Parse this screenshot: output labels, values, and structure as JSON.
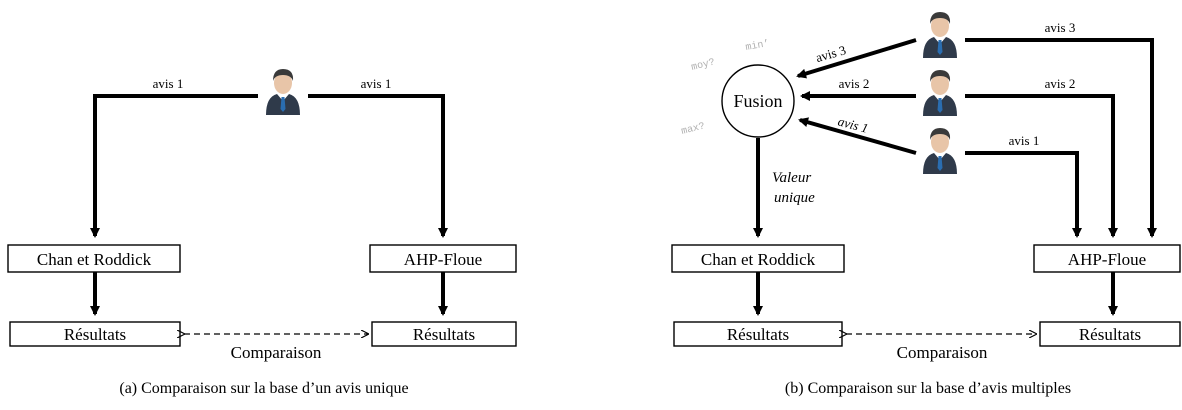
{
  "colors": {
    "ink": "#000000",
    "hint": "#b0b0b0",
    "user_suit": "#2f3a4a",
    "user_tie": "#2a6db0"
  },
  "panel_a": {
    "caption": "(a)  Comparaison sur la base d’un avis unique",
    "user_icon": "user-icon",
    "left_edge_label": "avis 1",
    "right_edge_label": "avis 1",
    "left_method": "Chan et Roddick",
    "right_method": "AHP-Floue",
    "left_result": "Résultats",
    "right_result": "Résultats",
    "compare_label": "Comparaison"
  },
  "panel_b": {
    "caption": "(b)  Comparaison sur la base d’avis multiples",
    "fusion_label": "Fusion",
    "fusion_options": [
      "moy?",
      "min’",
      "max?"
    ],
    "fusion_output_line1": "Valeur",
    "fusion_output_line2": "unique",
    "experts": [
      {
        "icon": "user-icon",
        "to_fusion_label": "avis 3",
        "to_ahp_label": "avis 3"
      },
      {
        "icon": "user-icon",
        "to_fusion_label": "avis 2",
        "to_ahp_label": "avis 2"
      },
      {
        "icon": "user-icon",
        "to_fusion_label": "avis 1",
        "to_ahp_label": "avis 1"
      }
    ],
    "left_method": "Chan et Roddick",
    "right_method": "AHP-Floue",
    "left_result": "Résultats",
    "right_result": "Résultats",
    "compare_label": "Comparaison"
  }
}
